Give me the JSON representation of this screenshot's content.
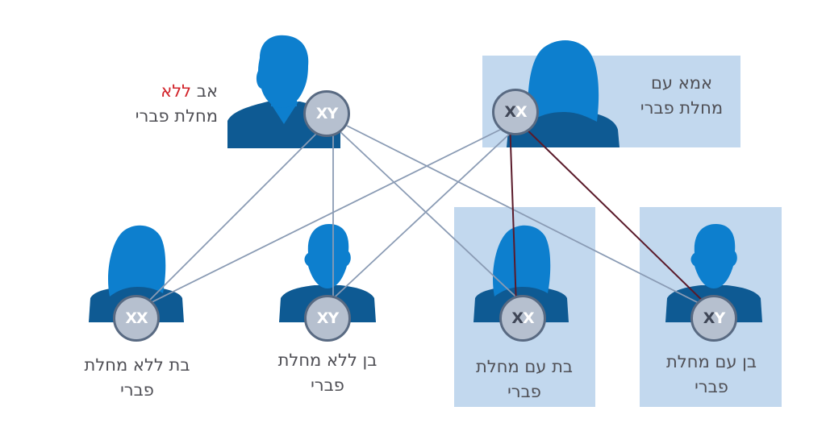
{
  "colors": {
    "highlight_box": "#c2d8ee",
    "silhouette_dark": "#0e5a93",
    "silhouette_light": "#0d7fce",
    "line_unaffected": "#8a9bb4",
    "line_affected": "#5a1a2a",
    "chromosome_fill": "#b6c0cf",
    "chromosome_border": "#596a82",
    "highlight_text": "#d2232a"
  },
  "parents": {
    "father": {
      "chromosomes": [
        "X",
        "Y"
      ],
      "label_prefix": "אב",
      "label_highlight": "ללא",
      "label_line2": "מחלת פברי",
      "icon": "man-silhouette-icon"
    },
    "mother": {
      "chromosomes": [
        "X",
        "X"
      ],
      "affected_index": 0,
      "label_line1": "אמא עם",
      "label_line2": "מחלת פברי",
      "icon": "woman-silhouette-icon"
    }
  },
  "children": [
    {
      "id": "daughter-unaffected",
      "chromosomes": [
        "X",
        "X"
      ],
      "affected_index": -1,
      "label_line1": "בת ללא מחלת",
      "label_line2": "פברי",
      "icon": "girl-silhouette-icon"
    },
    {
      "id": "son-unaffected",
      "chromosomes": [
        "X",
        "Y"
      ],
      "affected_index": -1,
      "label_line1": "בן ללא מחלת",
      "label_line2": "פברי",
      "icon": "boy-silhouette-icon"
    },
    {
      "id": "daughter-affected",
      "chromosomes": [
        "X",
        "X"
      ],
      "affected_index": 0,
      "label_line1": "בת עם מחלת",
      "label_line2": "פברי",
      "icon": "girl-silhouette-icon"
    },
    {
      "id": "son-affected",
      "chromosomes": [
        "X",
        "Y"
      ],
      "affected_index": 0,
      "label_line1": "בן עם מחלת",
      "label_line2": "פברי",
      "icon": "boy-silhouette-icon"
    }
  ]
}
